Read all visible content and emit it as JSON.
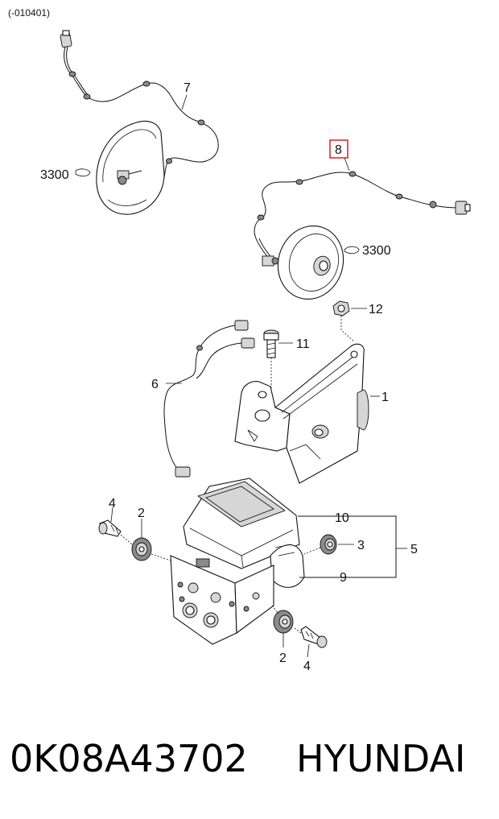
{
  "diagram": {
    "applicability_note": "(-010401)",
    "callouts": {
      "c7": "7",
      "c8": "8",
      "c3300_left": "3300",
      "c3300_right": "3300",
      "c12": "12",
      "c11": "11",
      "c6": "6",
      "c1": "1",
      "c10": "10",
      "c5": "5",
      "c3": "3",
      "c9": "9",
      "c4_top": "4",
      "c2_top": "2",
      "c2_bottom": "2",
      "c4_bottom": "4"
    },
    "highlighted_callout": "8",
    "highlight_color": "#d11111"
  },
  "footer": {
    "part_number": "0K08A43702",
    "brand": "HYUNDAI"
  }
}
